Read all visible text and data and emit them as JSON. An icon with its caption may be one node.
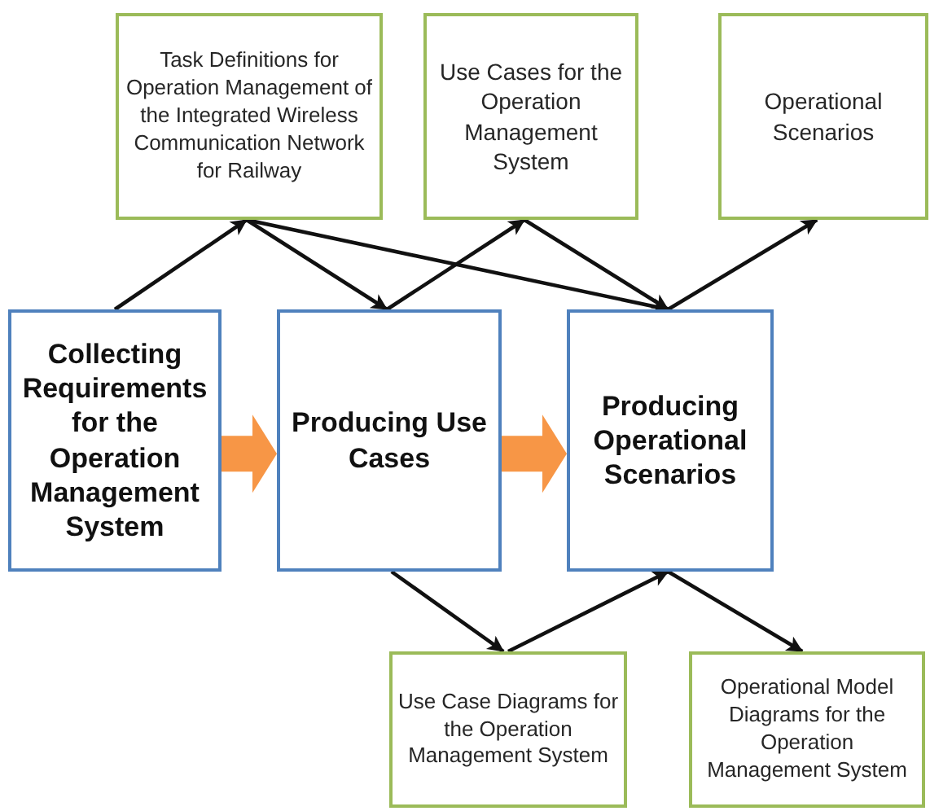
{
  "diagram": {
    "nodes": [
      {
        "text": [
          "Task Definitions for Operation Management of the Integrated Wireless Communication Network for Railway"
        ]
      },
      {
        "text": [
          "Use Cases for the Operation Management System"
        ]
      },
      {
        "text": [
          "Operational Scenarios"
        ]
      },
      {
        "text": [
          "Collecting Requirements for the Operation Management System"
        ]
      },
      {
        "text": [
          "Producing Use Cases"
        ]
      },
      {
        "text": [
          "Producing Operational Scenarios"
        ]
      },
      {
        "text": [
          "Use Case Diagrams for the Operation Management System"
        ]
      },
      {
        "text": [
          "Operational Model Diagrams for the Operation Management System"
        ]
      }
    ],
    "edges": [
      {
        "from": 3,
        "to": 0,
        "arrow": "to"
      },
      {
        "from": 0,
        "to": 4,
        "arrow": "to"
      },
      {
        "from": 0,
        "to": 5,
        "arrow": "to"
      },
      {
        "from": 4,
        "to": 1,
        "arrow": "to"
      },
      {
        "from": 1,
        "to": 5,
        "arrow": "to"
      },
      {
        "from": 5,
        "to": 2,
        "arrow": "to"
      },
      {
        "from": 3,
        "to": 4,
        "arrow": "to",
        "style": "thick",
        "color": "#f79646"
      },
      {
        "from": 4,
        "to": 5,
        "arrow": "to",
        "style": "thick",
        "color": "#f79646"
      },
      {
        "from": 4,
        "to": 6,
        "arrow": "to"
      },
      {
        "from": 6,
        "to": 5,
        "arrow": "to"
      },
      {
        "from": 5,
        "to": 7,
        "arrow": "to"
      }
    ]
  }
}
